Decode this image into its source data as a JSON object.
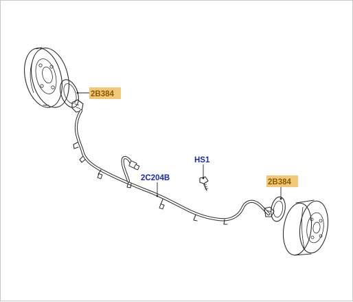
{
  "callouts": {
    "ring_left": "2B384",
    "harness": "2C204B",
    "bolt": "HS1",
    "ring_right": "2B384"
  },
  "colors": {
    "highlight_box": "#f2c777",
    "highlight_text": "#8a5a00",
    "plain_text": "#1a2aa8",
    "drawing": "#2a2a2a"
  }
}
